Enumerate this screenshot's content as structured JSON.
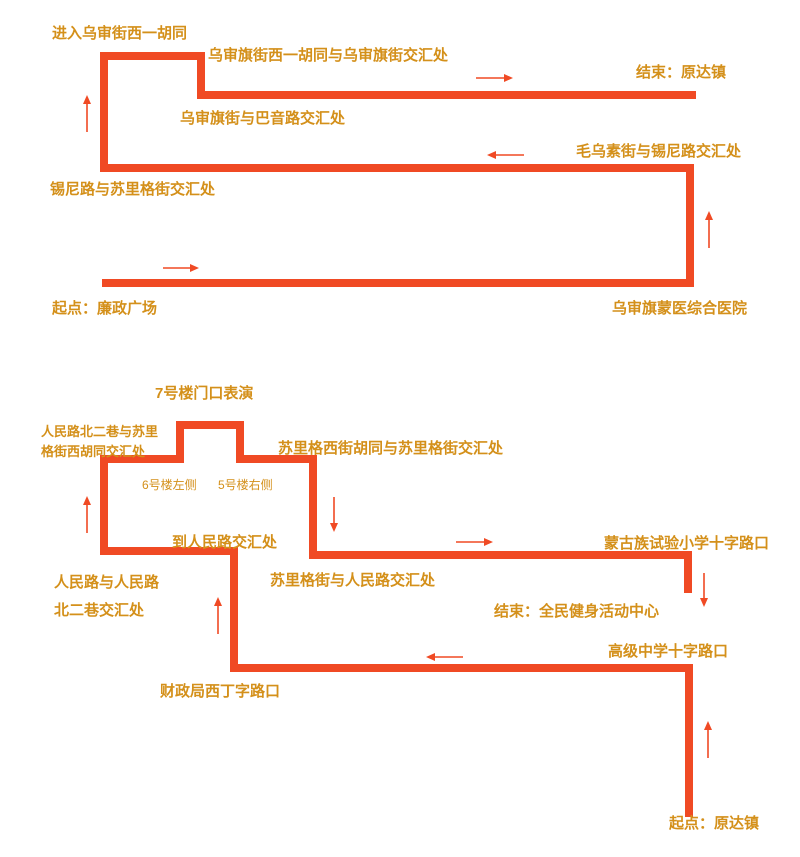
{
  "diagram1": {
    "labels": {
      "enter": "进入乌审街西一胡同",
      "junction_top": "乌审旗街西一胡同与乌审旗街交汇处",
      "end": "结束：原达镇",
      "junction_bayin": "乌审旗街与巴音路交汇处",
      "junction_maowusu": "毛乌素街与锡尼路交汇处",
      "junction_xini": "锡尼路与苏里格街交汇处",
      "start": "起点：廉政广场",
      "hospital": "乌审旗蒙医综合医院"
    }
  },
  "diagram2": {
    "labels": {
      "stage": "7号楼门口表演",
      "renmin_north2_a": "人民路北二巷与苏里",
      "renmin_north2_b": "格街西胡同交汇处",
      "suligexi": "苏里格西街胡同与苏里格街交汇处",
      "bldg6": "6号楼左侧",
      "bldg5": "5号楼右侧",
      "to_renmin": "到人民路交汇处",
      "mongol_school": "蒙古族试验小学十字路口",
      "renmin_a": "人民路与人民路",
      "renmin_b": "北二巷交汇处",
      "sulige_renmin": "苏里格街与人民路交汇处",
      "end": "结束：全民健身活动中心",
      "high_school": "高级中学十字路口",
      "finance": "财政局西丁字路口",
      "start": "起点：原达镇"
    }
  },
  "colors": {
    "route": "#f04a24",
    "label": "#d4901a",
    "background": "#ffffff"
  }
}
